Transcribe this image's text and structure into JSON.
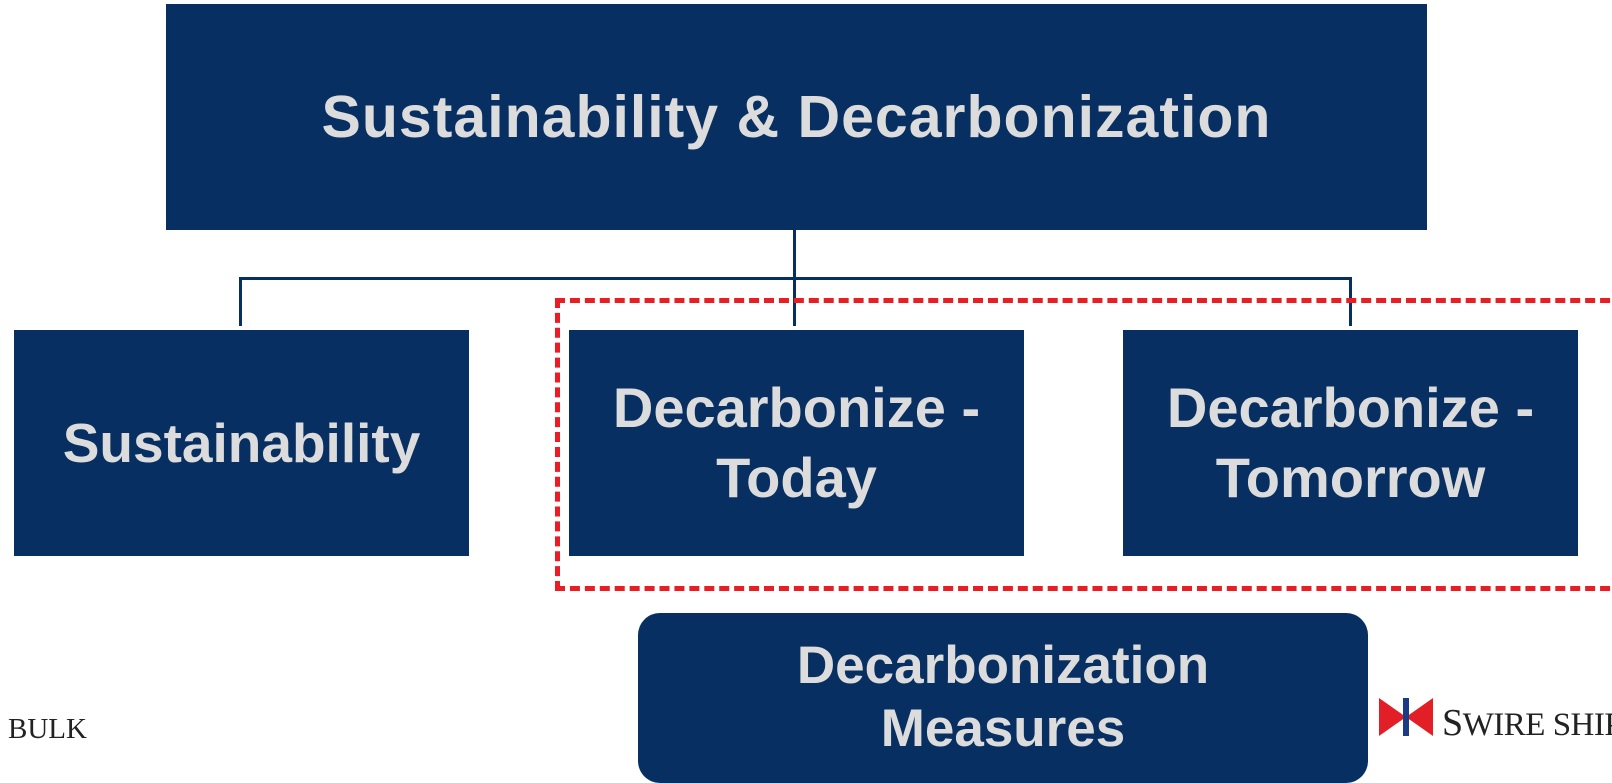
{
  "colors": {
    "box_fill": "#072f62",
    "box_text": "#dcdcdc",
    "highlight_dashed": "#ea1c24",
    "connector": "#072f62"
  },
  "diagram": {
    "root": {
      "label": "Sustainability & Decarbonization"
    },
    "children": [
      {
        "label": "Sustainability"
      },
      {
        "line1": "Decarbonize -",
        "line2": "Today"
      },
      {
        "line1": "Decarbonize -",
        "line2": "Tomorrow"
      }
    ],
    "measures": {
      "line1": "Decarbonization",
      "line2": "Measures"
    }
  },
  "footer": {
    "left_logo_text": "BULK",
    "right_logo_icon": "swire-flag-icon",
    "right_logo_initial": "S",
    "right_logo_rest": "WIRE SHIPI"
  }
}
